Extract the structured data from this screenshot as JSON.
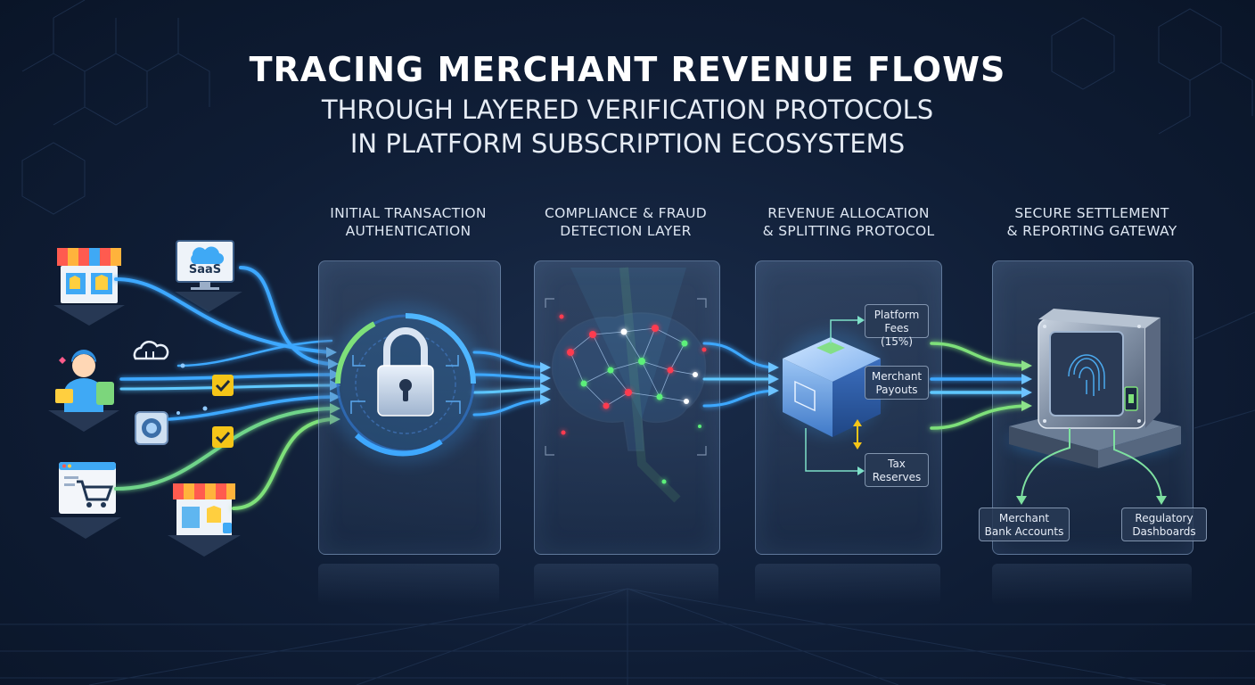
{
  "title": {
    "line1": "TRACING MERCHANT REVENUE FLOWS",
    "line2": "THROUGH LAYERED VERIFICATION PROTOCOLS",
    "line3": "IN PLATFORM SUBSCRIPTION ECOSYSTEMS"
  },
  "stages": [
    {
      "line1": "INITIAL TRANSACTION",
      "line2": "AUTHENTICATION",
      "icon": "padlock-icon"
    },
    {
      "line1": "COMPLIANCE & FRAUD",
      "line2": "DETECTION LAYER",
      "icon": "neural-brain-icon"
    },
    {
      "line1": "REVENUE ALLOCATION",
      "line2": "& SPLITTING PROTOCOL",
      "icon": "allocation-cube-icon"
    },
    {
      "line1": "SECURE SETTLEMENT",
      "line2": "& REPORTING GATEWAY",
      "icon": "vault-icon"
    }
  ],
  "sources": {
    "saas_label": "SaaS",
    "items": [
      "storefront-icon",
      "saas-cloud-icon",
      "merchant-person-icon",
      "cloud-icon",
      "checkbox-icon",
      "checkbox-icon",
      "camera-icon",
      "web-cart-icon",
      "shop-icon"
    ]
  },
  "splits": [
    {
      "line1": "Platform",
      "line2": "Fees (15%)"
    },
    {
      "line1": "Merchant",
      "line2": "Payouts"
    },
    {
      "line1": "Tax",
      "line2": "Reserves"
    }
  ],
  "outputs": [
    {
      "line1": "Merchant",
      "line2": "Bank Accounts"
    },
    {
      "line1": "Regulatory",
      "line2": "Dashboards"
    }
  ],
  "colors": {
    "background": "#0f1d35",
    "flow_blue": "#3ea8ff",
    "flow_green": "#7ee07a",
    "alert_red": "#ff3b4f",
    "node_green": "#5cf07a",
    "check_yellow": "#f5c518"
  }
}
